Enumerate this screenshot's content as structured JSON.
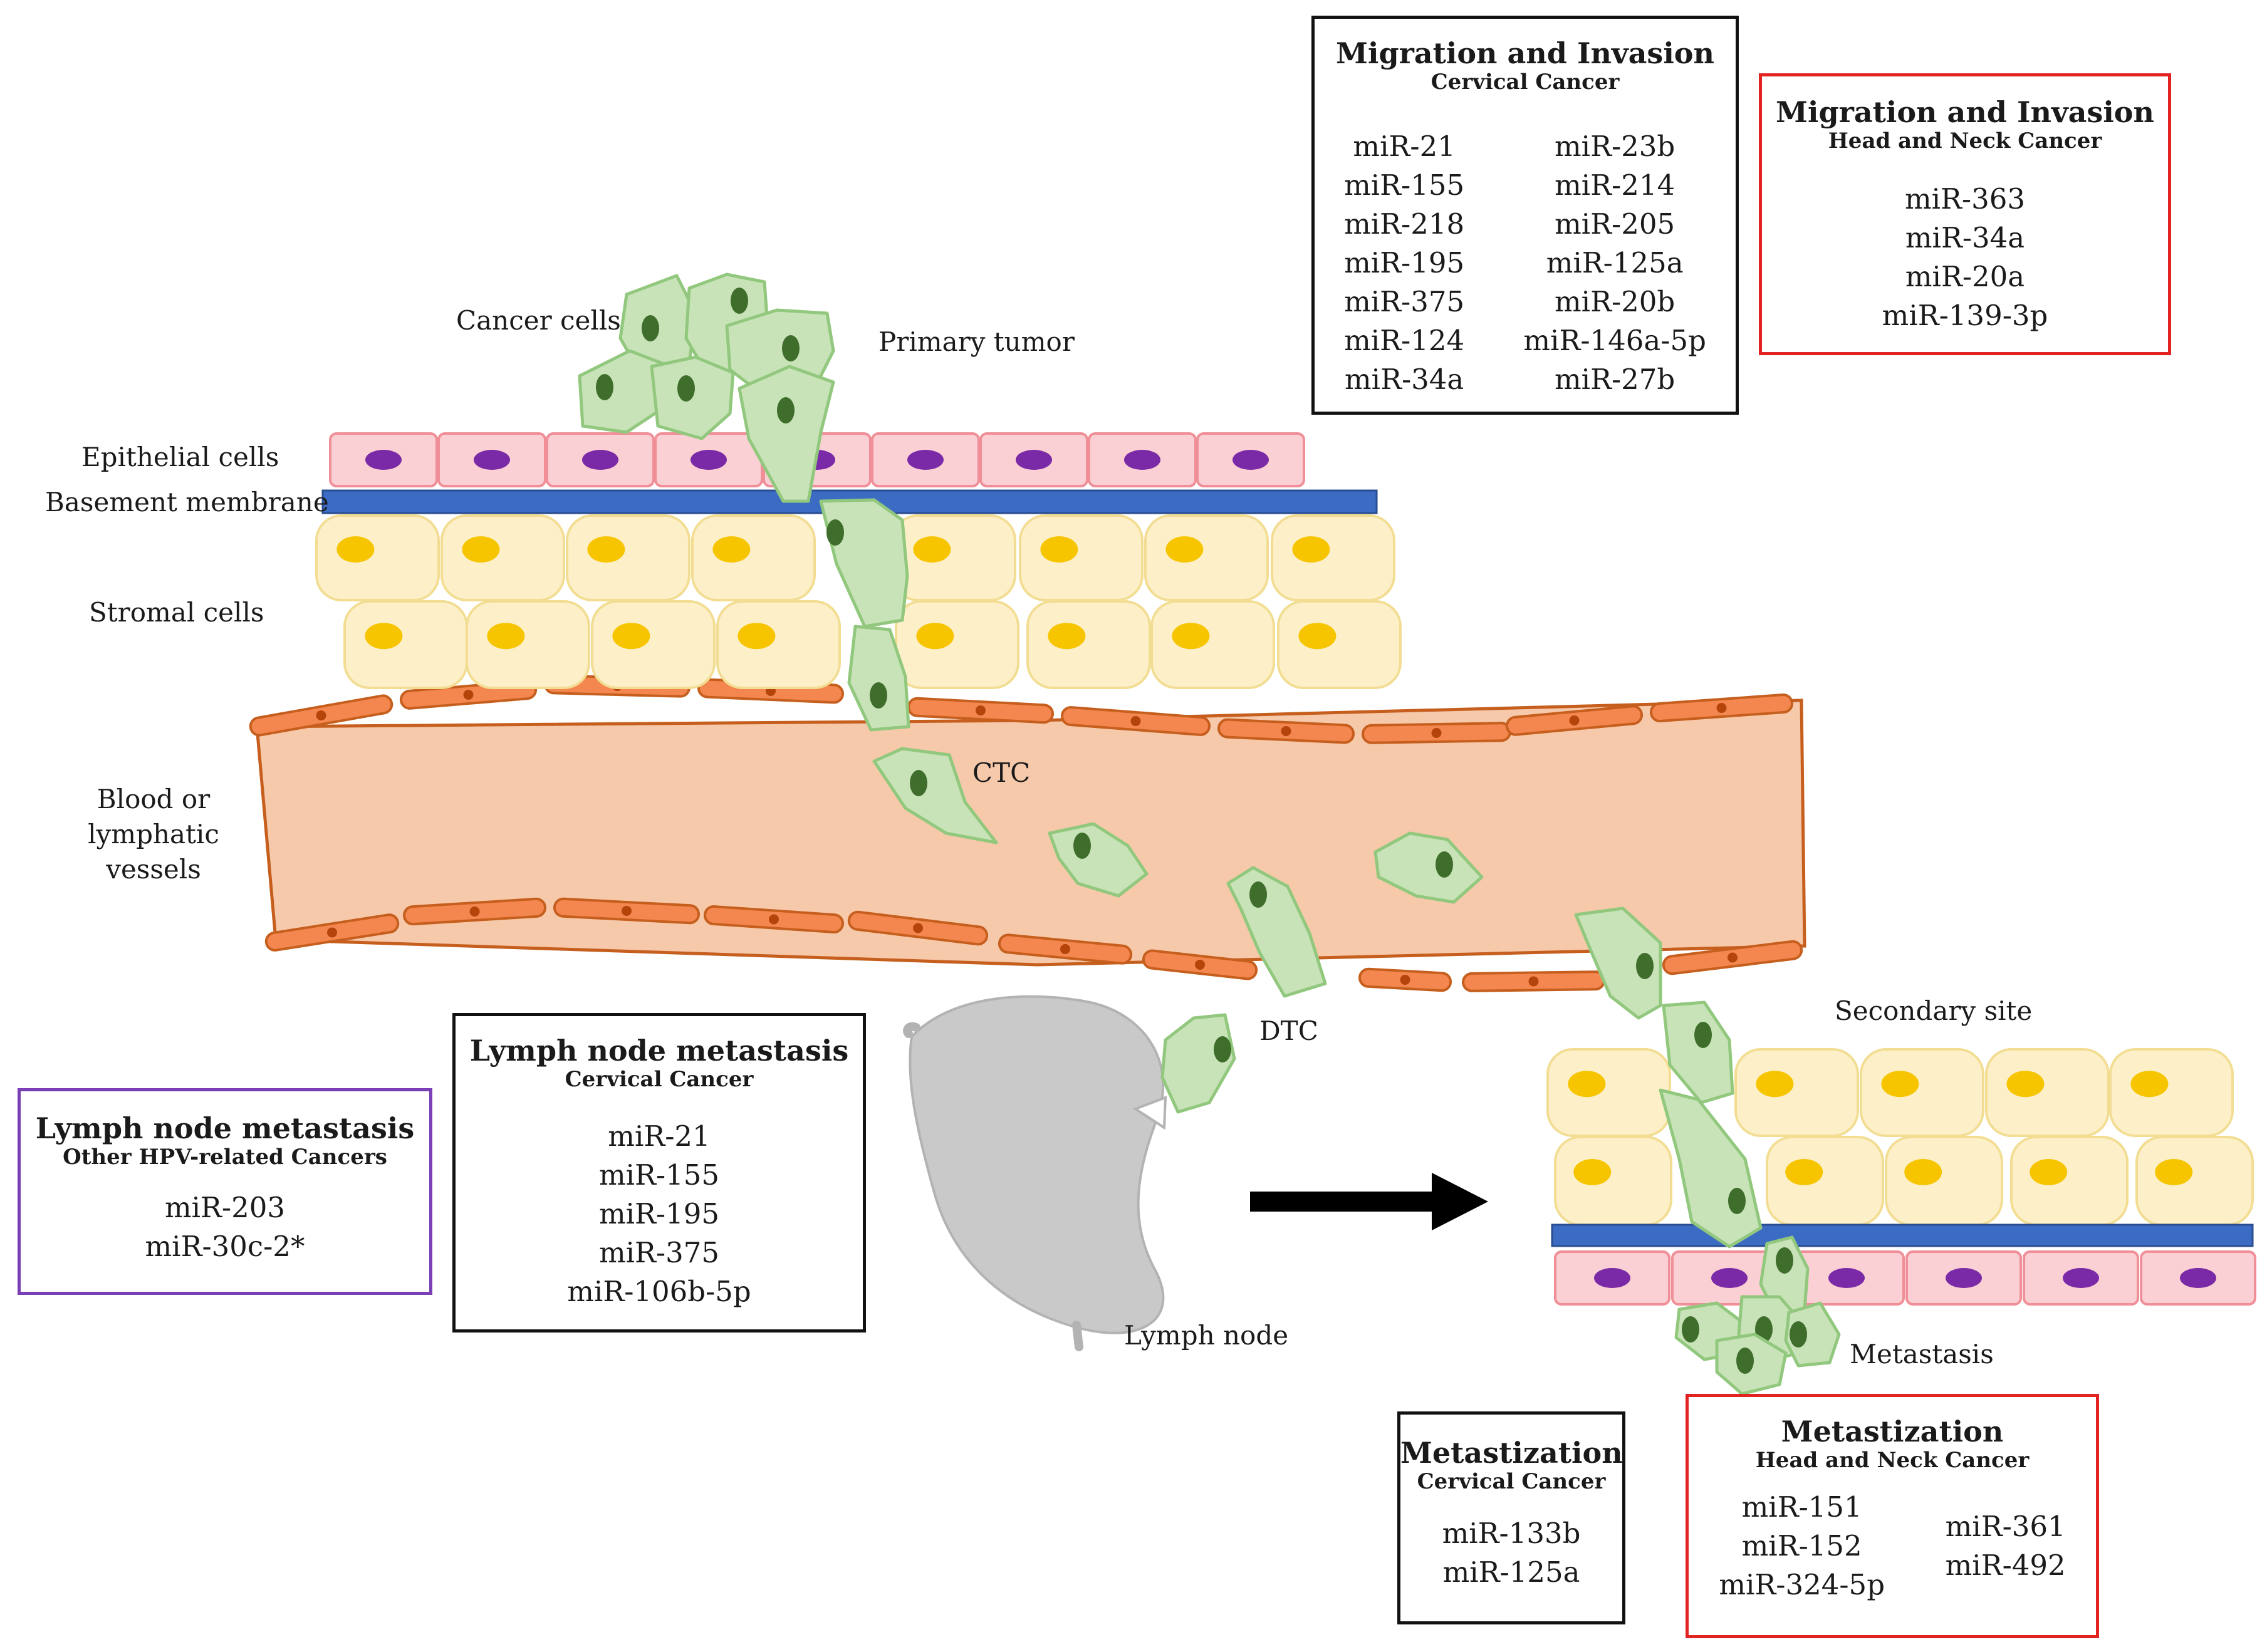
{
  "labels": {
    "cancer_cells": "Cancer cells",
    "primary_tumor": "Primary tumor",
    "epithelial_cells": "Epithelial cells",
    "basement_membrane": "Basement membrane",
    "stromal_cells": "Stromal cells",
    "vessels": [
      "Blood or",
      "lymphatic",
      "vessels"
    ],
    "ctc": "CTC",
    "dtc": "DTC",
    "lymph_node": "Lymph node",
    "secondary_site": "Secondary site",
    "metastasis": "Metastasis"
  },
  "boxes": {
    "mig_cervical": {
      "title": "Migration and Invasion",
      "subtitle": "Cervical Cancer",
      "left": [
        "miR-21",
        "miR-155",
        "miR-218",
        "miR-195",
        "miR-375",
        "miR-124",
        "miR-34a"
      ],
      "right": [
        "miR-23b",
        "miR-214",
        "miR-205",
        "miR-125a",
        "miR-20b",
        "miR-146a-5p",
        "miR-27b"
      ]
    },
    "mig_headneck": {
      "title": "Migration and Invasion",
      "subtitle": "Head and Neck Cancer",
      "items": [
        "miR-363",
        "miR-34a",
        "miR-20a",
        "miR-139-3p"
      ]
    },
    "lymph_cervical": {
      "title": "Lymph node metastasis",
      "subtitle": "Cervical Cancer",
      "items": [
        "miR-21",
        "miR-155",
        "miR-195",
        "miR-375",
        "miR-106b-5p"
      ]
    },
    "lymph_hpv": {
      "title": "Lymph node metastasis",
      "subtitle": "Other HPV-related Cancers",
      "items": [
        "miR-203",
        "miR-30c-2*"
      ]
    },
    "meta_cervical": {
      "title": "Metastization",
      "subtitle": "Cervical Cancer",
      "items": [
        "miR-133b",
        "miR-125a"
      ]
    },
    "meta_headneck": {
      "title": "Metastization",
      "subtitle": "Head and Neck Cancer",
      "left": [
        "miR-151",
        "miR-152",
        "miR-324-5p"
      ],
      "right": [
        "miR-361",
        "miR-492"
      ]
    }
  },
  "colors": {
    "cancer_fill": "#c9e3b9",
    "cancer_stroke": "#92c87e",
    "cancer_nucleus": "#3f6e2c",
    "epithelial_fill": "#fbd0d4",
    "epithelial_stroke": "#f08f98",
    "epithelial_nucleus": "#7a2aa6",
    "stromal_fill": "#fdf0c9",
    "stromal_stroke": "#f2dd93",
    "stromal_nucleus": "#f7c500",
    "membrane": "#3b6bc2",
    "vessel_fill": "#f7c9ab",
    "vessel_stroke": "#c65f1e",
    "endothelial_fill": "#f3874f",
    "endothelial_nucleus": "#b5440a",
    "lymph_node": "#c9c9c9",
    "purple_border": "#7a3fb5",
    "red_border": "#e32222"
  }
}
